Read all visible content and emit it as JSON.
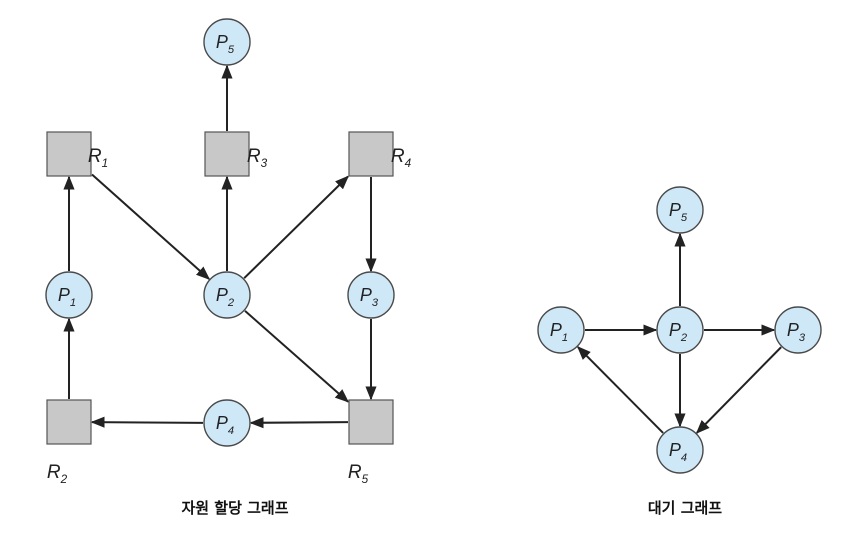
{
  "resource_allocation_graph": {
    "caption": "자원 할당 그래프",
    "processes": [
      {
        "id": "P1",
        "letter": "P",
        "sub": "1"
      },
      {
        "id": "P2",
        "letter": "P",
        "sub": "2"
      },
      {
        "id": "P3",
        "letter": "P",
        "sub": "3"
      },
      {
        "id": "P4",
        "letter": "P",
        "sub": "4"
      },
      {
        "id": "P5",
        "letter": "P",
        "sub": "5"
      }
    ],
    "resources": [
      {
        "id": "R1",
        "letter": "R",
        "sub": "1"
      },
      {
        "id": "R2",
        "letter": "R",
        "sub": "2"
      },
      {
        "id": "R3",
        "letter": "R",
        "sub": "3"
      },
      {
        "id": "R4",
        "letter": "R",
        "sub": "4"
      },
      {
        "id": "R5",
        "letter": "R",
        "sub": "5"
      }
    ],
    "edges": [
      {
        "from": "R1",
        "to": "P2"
      },
      {
        "from": "P2",
        "to": "R3"
      },
      {
        "from": "R3",
        "to": "P5"
      },
      {
        "from": "P2",
        "to": "R4"
      },
      {
        "from": "R4",
        "to": "P3"
      },
      {
        "from": "P3",
        "to": "R5"
      },
      {
        "from": "P2",
        "to": "R5"
      },
      {
        "from": "R5",
        "to": "P4"
      },
      {
        "from": "P4",
        "to": "R2"
      },
      {
        "from": "R2",
        "to": "P1"
      },
      {
        "from": "P1",
        "to": "R1"
      }
    ]
  },
  "wait_for_graph": {
    "caption": "대기 그래프",
    "processes": [
      {
        "id": "P1",
        "letter": "P",
        "sub": "1"
      },
      {
        "id": "P2",
        "letter": "P",
        "sub": "2"
      },
      {
        "id": "P3",
        "letter": "P",
        "sub": "3"
      },
      {
        "id": "P4",
        "letter": "P",
        "sub": "4"
      },
      {
        "id": "P5",
        "letter": "P",
        "sub": "5"
      }
    ],
    "edges": [
      {
        "from": "P1",
        "to": "P2"
      },
      {
        "from": "P2",
        "to": "P3"
      },
      {
        "from": "P2",
        "to": "P5"
      },
      {
        "from": "P2",
        "to": "P4"
      },
      {
        "from": "P3",
        "to": "P4"
      },
      {
        "from": "P4",
        "to": "P1"
      }
    ]
  },
  "colors": {
    "process_fill": "#cfe8f7",
    "resource_fill": "#c8c8c8",
    "edge": "#222222"
  }
}
